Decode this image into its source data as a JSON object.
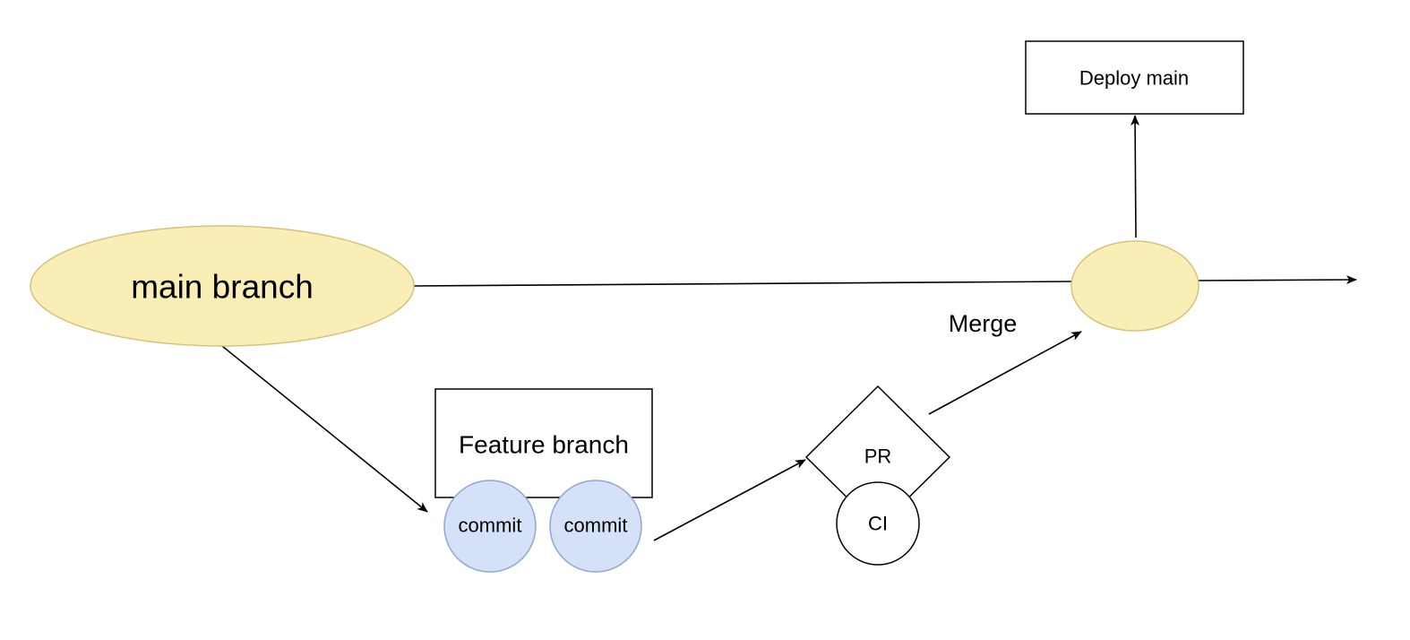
{
  "nodes": {
    "main_branch": "main branch",
    "deploy_main": "Deploy main",
    "feature_branch": "Feature branch",
    "commit_1": "commit",
    "commit_2": "commit",
    "pr": "PR",
    "ci": "CI",
    "merge_node": ""
  },
  "edges": {
    "merge": "Merge"
  },
  "colors": {
    "branch_fill": "#f9efb6",
    "branch_stroke": "#d6c27a",
    "commit_fill": "#d5e1f6",
    "commit_stroke": "#8fa6d6",
    "line": "#000000"
  }
}
